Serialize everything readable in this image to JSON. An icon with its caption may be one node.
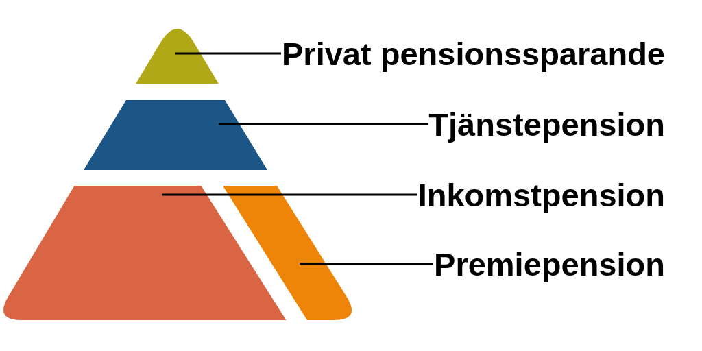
{
  "diagram": {
    "nodes": [
      {
        "text": [
          "Privat pensionssparande"
        ]
      },
      {
        "text": [
          "Tjänstepension"
        ]
      },
      {
        "text": [
          "Inkomstpension"
        ]
      },
      {
        "text": [
          "Premiepension"
        ]
      },
      {
        "text": [],
        "shape": "triangle"
      },
      {
        "text": [],
        "shape": "trapezoid"
      },
      {
        "text": [],
        "shape": "trapezoid"
      },
      {
        "text": [],
        "shape": "parallelogram"
      }
    ],
    "edges": [
      {
        "from": 0,
        "to": 4,
        "arrow": "none"
      },
      {
        "from": 1,
        "to": 5,
        "arrow": "none"
      },
      {
        "from": 2,
        "to": 6,
        "arrow": "none"
      },
      {
        "from": 3,
        "to": 7,
        "arrow": "none"
      }
    ]
  }
}
